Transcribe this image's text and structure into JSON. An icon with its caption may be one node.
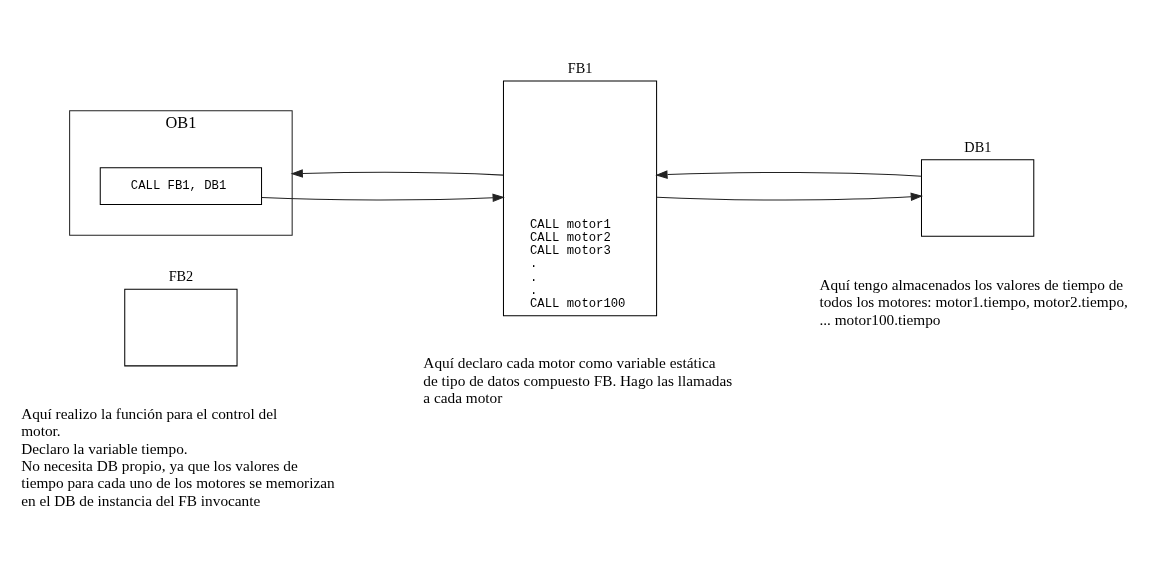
{
  "diagram": {
    "nodes": [
      {
        "text": [
          "OB1"
        ]
      },
      {
        "text": [
          "CALL FB1, DB1"
        ],
        "in": 0
      },
      {
        "text": [
          "FB1",
          "CALL motor1",
          "CALL motor2",
          "CALL motor3",
          ".",
          ".",
          ".",
          "CALL motor100"
        ],
        "beside": [
          "Aquí declaro cada motor como variable estática de tipo de datos compuesto FB. Hago las llamadas a cada motor"
        ]
      },
      {
        "text": [
          "DB1"
        ],
        "beside": [
          "Aquí tengo almacenados los valores de tiempo de todos los motores: motor1.tiempo, motor2.tiempo, ... motor100.tiempo"
        ]
      },
      {
        "text": [
          "FB2"
        ],
        "beside": [
          "Aquí realizo la función para el control del motor.",
          "Declaro la variable tiempo.",
          "No necesita DB propio, ya que los valores de tiempo para cada uno de los motores se memorizan en el DB de instancia del FB invocante"
        ]
      }
    ],
    "edges": [
      {
        "from": 1,
        "to": 2,
        "arrow": "to"
      },
      {
        "from": 2,
        "to": 0,
        "arrow": "to"
      },
      {
        "from": 2,
        "to": 3,
        "arrow": "to"
      },
      {
        "from": 3,
        "to": 2,
        "arrow": "to"
      }
    ]
  }
}
